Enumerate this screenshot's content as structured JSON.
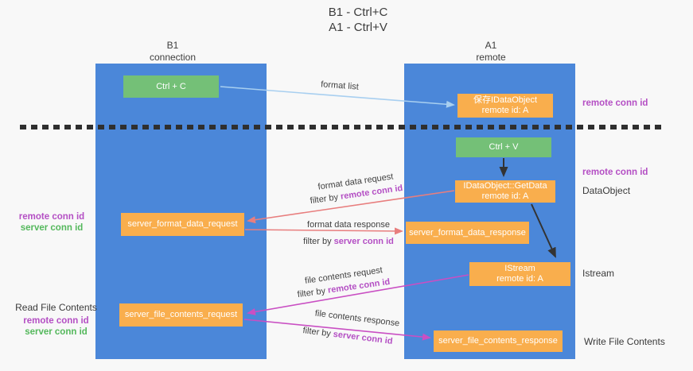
{
  "title": {
    "line1": "B1 - Ctrl+C",
    "line2": "A1 - Ctrl+V"
  },
  "lanes": {
    "left": {
      "name": "B1",
      "role": "connection"
    },
    "right": {
      "name": "A1",
      "role": "remote"
    }
  },
  "nodes": {
    "ctrl_c": {
      "label": "Ctrl + C"
    },
    "ctrl_v": {
      "label": "Ctrl + V"
    },
    "save_dataobject": {
      "line1": "保存IDataObject",
      "line2": "remote id: A"
    },
    "getdata": {
      "line1": "IDataObject::GetData",
      "line2": "remote id: A"
    },
    "istream": {
      "line1": "IStream",
      "line2": "remote id: A"
    },
    "format_request": {
      "label": "server_format_data_request"
    },
    "format_response": {
      "label": "server_format_data_response"
    },
    "file_request": {
      "label": "server_file_contents_request"
    },
    "file_response": {
      "label": "server_file_contents_response"
    }
  },
  "side_labels": {
    "left_format_remote": "remote conn id",
    "left_format_server": "server conn id",
    "read_file_contents": "Read File Contents",
    "left_file_remote": "remote conn id",
    "left_file_server": "server conn id",
    "right_top_remote": "remote conn id",
    "right_mid_remote": "remote conn id",
    "dataobject": "DataObject",
    "istream": "Istream",
    "write_file_contents": "Write File Contents"
  },
  "arrow_labels": {
    "format_list": "format list",
    "format_data_request": "format data request",
    "format_data_response": "format data response",
    "file_contents_request": "file contents request",
    "file_contents_response": "file contents response",
    "filter_by": "filter by ",
    "remote_conn_id": "remote conn id",
    "server_conn_id": "server conn id"
  },
  "colors": {
    "lane_blue": "#4b87d9",
    "node_green": "#74c077",
    "node_orange": "#f9ae4d",
    "label_purple": "#b44fc4",
    "label_green": "#54b85c",
    "arrow_salmon": "#e87e7e",
    "arrow_magenta": "#c94fc3",
    "arrow_lightblue": "#a8cff0",
    "arrow_black": "#333333",
    "text_dark": "#3a3a3a"
  }
}
